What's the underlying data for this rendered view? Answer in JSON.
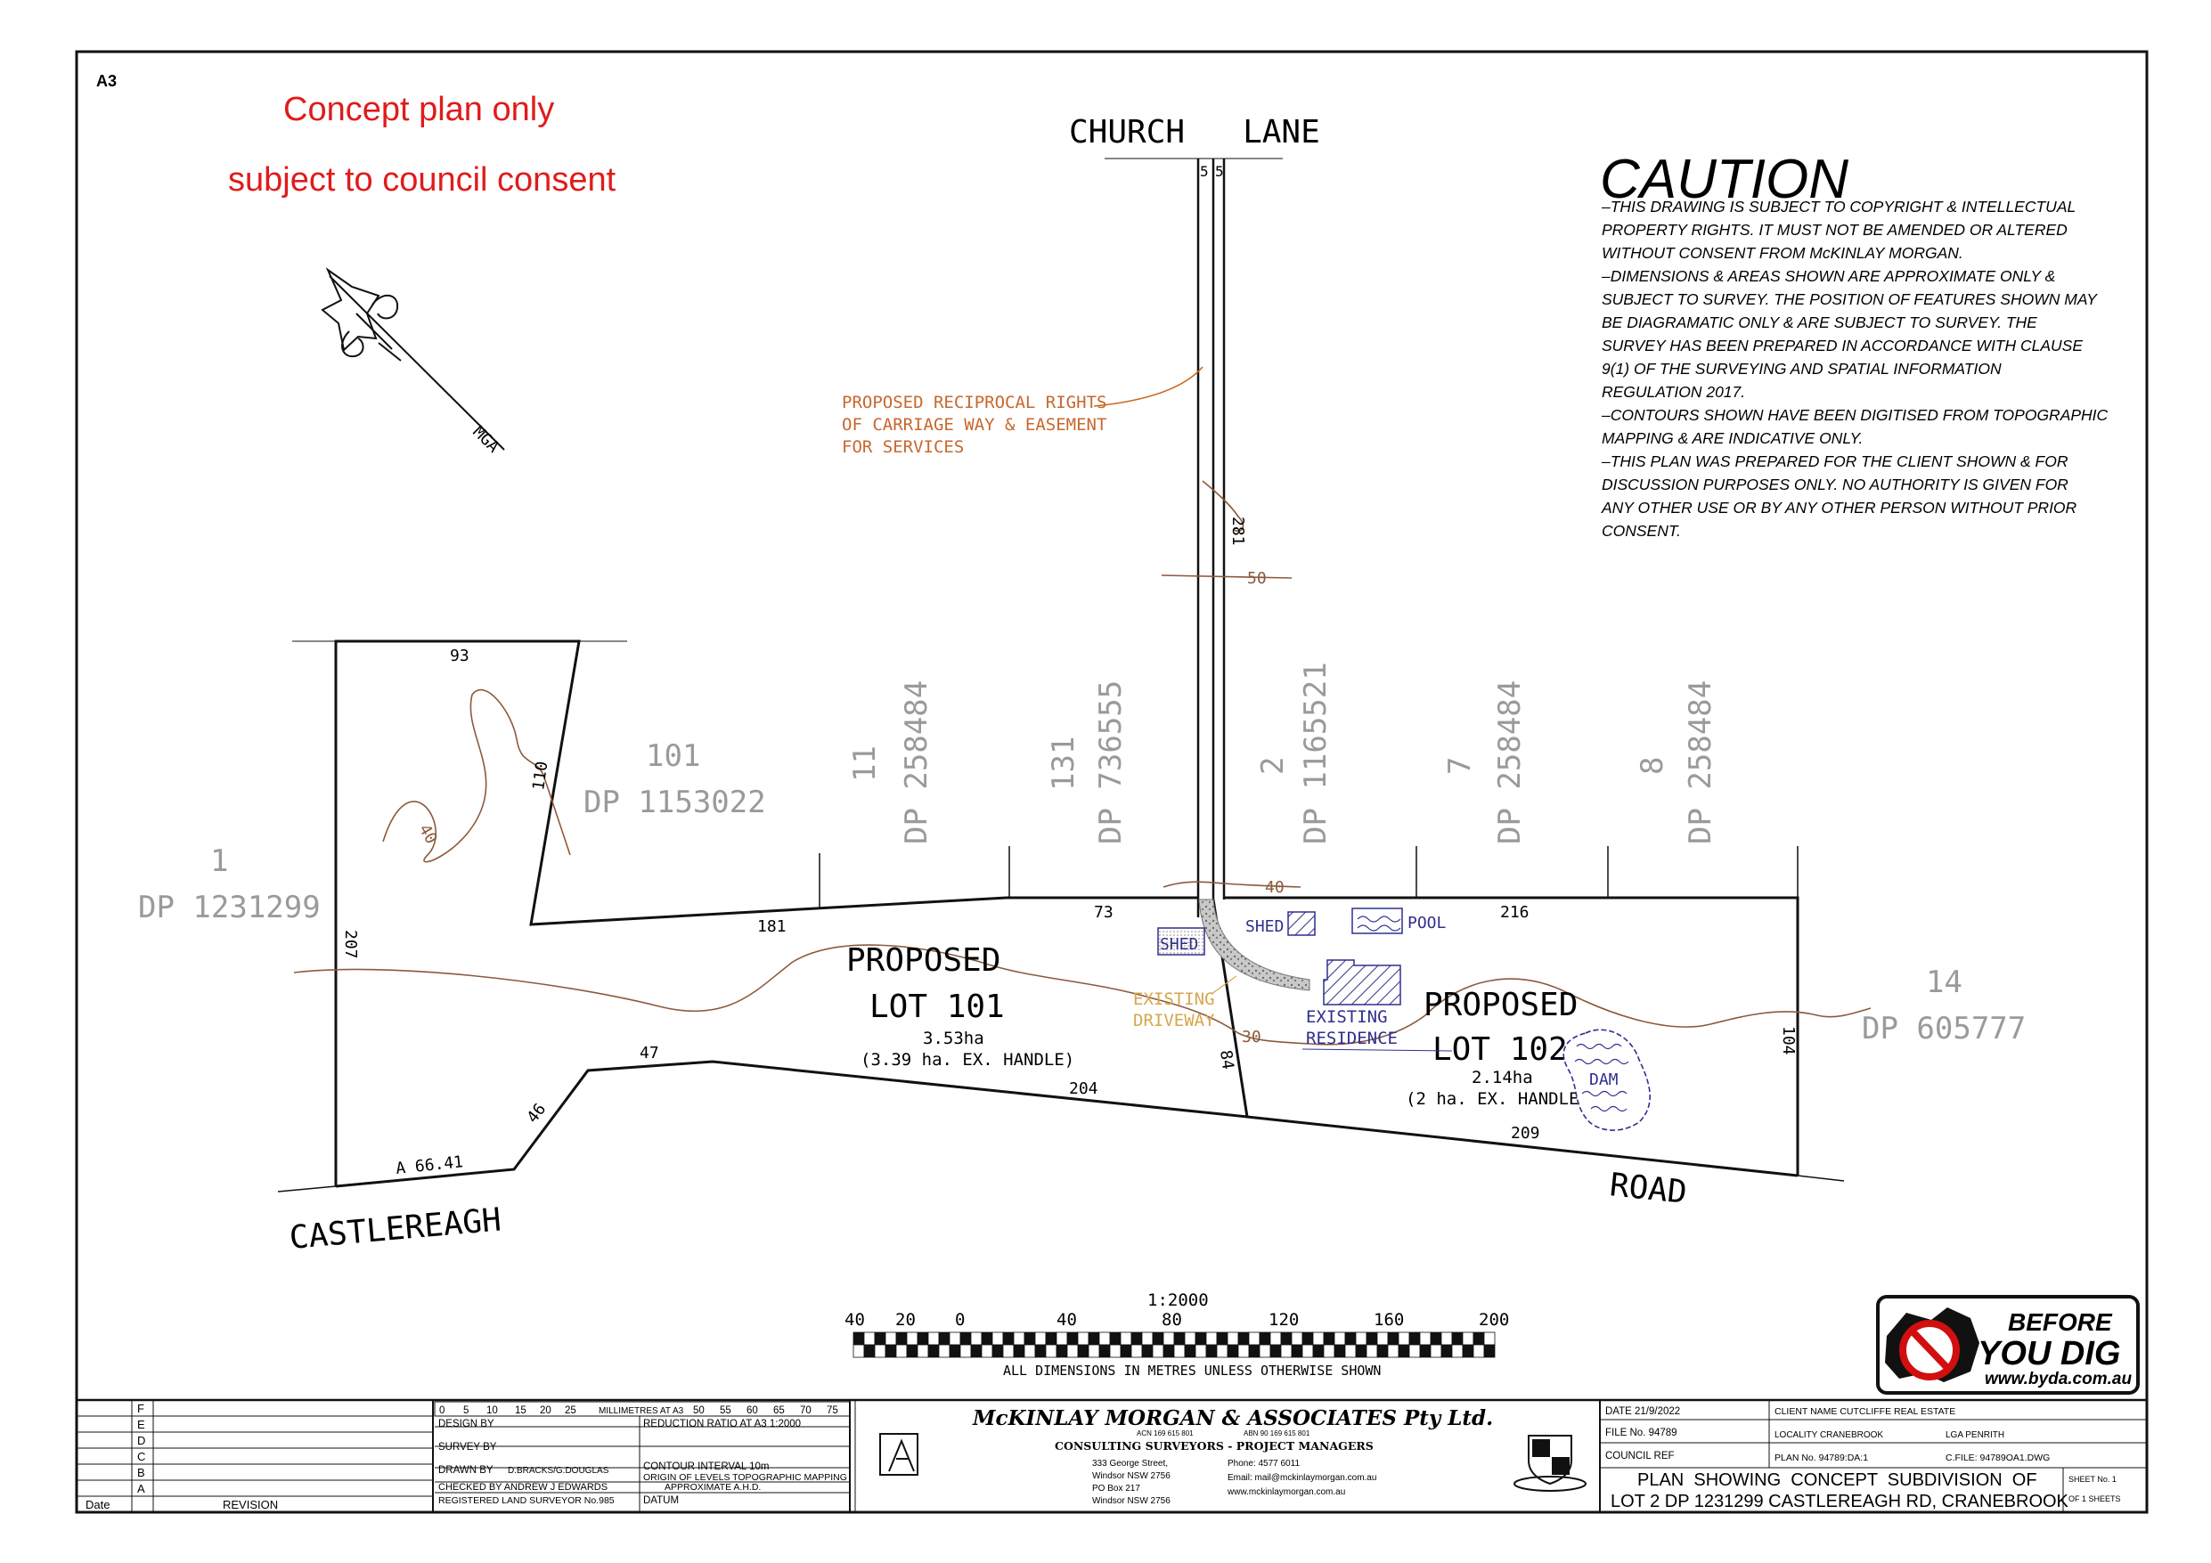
{
  "sheet": {
    "size": "A3"
  },
  "notice": {
    "line1": "Concept plan only",
    "line2": "subject to council consent"
  },
  "north": {
    "label": "MGA"
  },
  "streets": {
    "church": "CHURCH   LANE",
    "castlereagh": "CASTLEREAGH",
    "road": "ROAD",
    "handle_dims": [
      "5",
      "5"
    ]
  },
  "caution": {
    "title": "CAUTION",
    "lines": [
      "–THIS DRAWING IS SUBJECT TO COPYRIGHT & INTELLECTUAL",
      "PROPERTY RIGHTS. IT MUST NOT BE AMENDED OR ALTERED",
      "WITHOUT CONSENT FROM McKINLAY MORGAN.",
      "–DIMENSIONS & AREAS SHOWN ARE APPROXIMATE ONLY &",
      "SUBJECT TO SURVEY. THE POSITION OF FEATURES SHOWN MAY",
      "BE DIAGRAMATIC ONLY & ARE SUBJECT TO SURVEY. THE",
      "SURVEY HAS BEEN PREPARED IN ACCORDANCE WITH CLAUSE",
      "9(1) OF THE SURVEYING AND SPATIAL INFORMATION",
      "REGULATION 2017.",
      "–CONTOURS SHOWN HAVE BEEN DIGITISED FROM TOPOGRAPHIC",
      "MAPPING & ARE INDICATIVE ONLY.",
      "–THIS PLAN WAS PREPARED FOR THE CLIENT SHOWN & FOR",
      "DISCUSSION PURPOSES ONLY. NO AUTHORITY IS GIVEN FOR",
      "ANY OTHER USE OR BY ANY OTHER PERSON WITHOUT PRIOR",
      "CONSENT."
    ]
  },
  "easement": {
    "lines": [
      "PROPOSED RECIPROCAL RIGHTS",
      "OF CARRIAGE WAY & EASEMENT",
      "FOR SERVICES"
    ]
  },
  "neighbours": {
    "lot1": {
      "lot": "1",
      "dp": "DP 1231299"
    },
    "lot101": {
      "lot": "101",
      "dp": "DP 1153022"
    },
    "lot14": {
      "lot": "14",
      "dp": "DP 605777"
    },
    "vertical": [
      {
        "lot": "11",
        "dp": "DP 258484"
      },
      {
        "lot": "131",
        "dp": "DP 736555"
      },
      {
        "lot": "2",
        "dp": "DP 1165521"
      },
      {
        "lot": "7",
        "dp": "DP 258484"
      },
      {
        "lot": "8",
        "dp": "DP 258484"
      }
    ]
  },
  "lots": {
    "l101": {
      "line1": "PROPOSED",
      "line2": "LOT 101",
      "area": "3.53ha",
      "note": "(3.39 ha. EX. HANDLE)"
    },
    "l102": {
      "line1": "PROPOSED",
      "line2": "LOT 102",
      "area": "2.14ha",
      "note": "(2 ha. EX. HANDLE)"
    }
  },
  "dims": {
    "d93": "93",
    "d110": "110",
    "d207": "207",
    "d181": "181",
    "d73": "73",
    "d216": "216",
    "d104": "104",
    "d47": "47",
    "d46": "46",
    "a66": "A 66.41",
    "d204": "204",
    "d84": "84",
    "d209": "209",
    "d281": "281"
  },
  "contours": {
    "c50": "50",
    "c40a": "40",
    "c40b": "40",
    "c30": "30"
  },
  "features": {
    "shed1": "SHED",
    "shed2": "SHED",
    "pool": "POOL",
    "driveway1": "EXISTING",
    "driveway2": "DRIVEWAY",
    "residence1": "EXISTING",
    "residence2": "RESIDENCE",
    "dam": "DAM"
  },
  "scale": {
    "ratio": "1:2000",
    "labels": [
      "40",
      "20",
      "0",
      "40",
      "80",
      "120",
      "160",
      "200"
    ],
    "note": "ALL DIMENSIONS IN METRES UNLESS OTHERWISE SHOWN"
  },
  "byd": {
    "line1": "BEFORE",
    "line2": "YOU DIG",
    "url": "www.byda.com.au"
  },
  "title_block": {
    "revisions": [
      "F",
      "E",
      "D",
      "C",
      "B",
      "A"
    ],
    "date_head": "Date",
    "revision_head": "REVISION",
    "ruler_nums": [
      "0",
      "5",
      "10",
      "15",
      "20",
      "25"
    ],
    "ruler_text": "MILLIMETRES AT A3",
    "ruler_nums2": [
      "50",
      "55",
      "60",
      "65",
      "70",
      "75"
    ],
    "design_by": "DESIGN BY",
    "survey_by": "SURVEY BY",
    "drawn_by": "DRAWN BY",
    "drawn_names": "D.BRACKS/G.DOUGLAS",
    "checked_by": "CHECKED BY  ANDREW J EDWARDS",
    "registered": "REGISTERED LAND SURVEYOR No.985",
    "reduction": "REDUCTION RATIO AT A3  1:2000",
    "contour_interval": "CONTOUR INTERVAL 10m",
    "origin1": "ORIGIN OF LEVELS TOPOGRAPHIC MAPPING",
    "origin2": "APPROXIMATE A.H.D.",
    "datum": "DATUM",
    "company": "McKINLAY MORGAN & ASSOCIATES Pty Ltd.",
    "acn": "ACN 169 615 801",
    "abn": "ABN 90 169 615 801",
    "services": "CONSULTING SURVEYORS - PROJECT MANAGERS",
    "address": [
      "333 George Street,",
      "Windsor NSW 2756",
      "PO Box 217",
      "Windsor NSW 2756"
    ],
    "contact": [
      "Phone: 4577 6011",
      "Email: mail@mckinlaymorgan.com.au",
      "www.mckinlaymorgan.com.au"
    ],
    "date": "DATE  21/9/2022",
    "file_no": "FILE No. 94789",
    "council_ref": "COUNCIL REF",
    "client": "CLIENT NAME  CUTCLIFFE REAL ESTATE",
    "locality": "LOCALITY  CRANEBROOK",
    "lga": "LGA  PENRITH",
    "plan_no": "PLAN  No. 94789:DA:1",
    "cfile": "C.FILE: 94789OA1.DWG",
    "plan_title1": "PLAN  SHOWING  CONCEPT  SUBDIVISION  OF",
    "plan_title2": "LOT 2 DP 1231299 CASTLEREAGH RD, CRANEBROOK",
    "sheet_no": "SHEET No.  1",
    "of_sheets": "OF   1   SHEETS"
  },
  "colors": {
    "line": "#111111",
    "red": "#e01b1b",
    "brown": "#8b5a3c",
    "orange": "#c8641e",
    "easement_text": "#c8672e",
    "blue": "#2f2f8f",
    "gold": "#d7a64a",
    "dimgray": "#9a9a9a"
  }
}
